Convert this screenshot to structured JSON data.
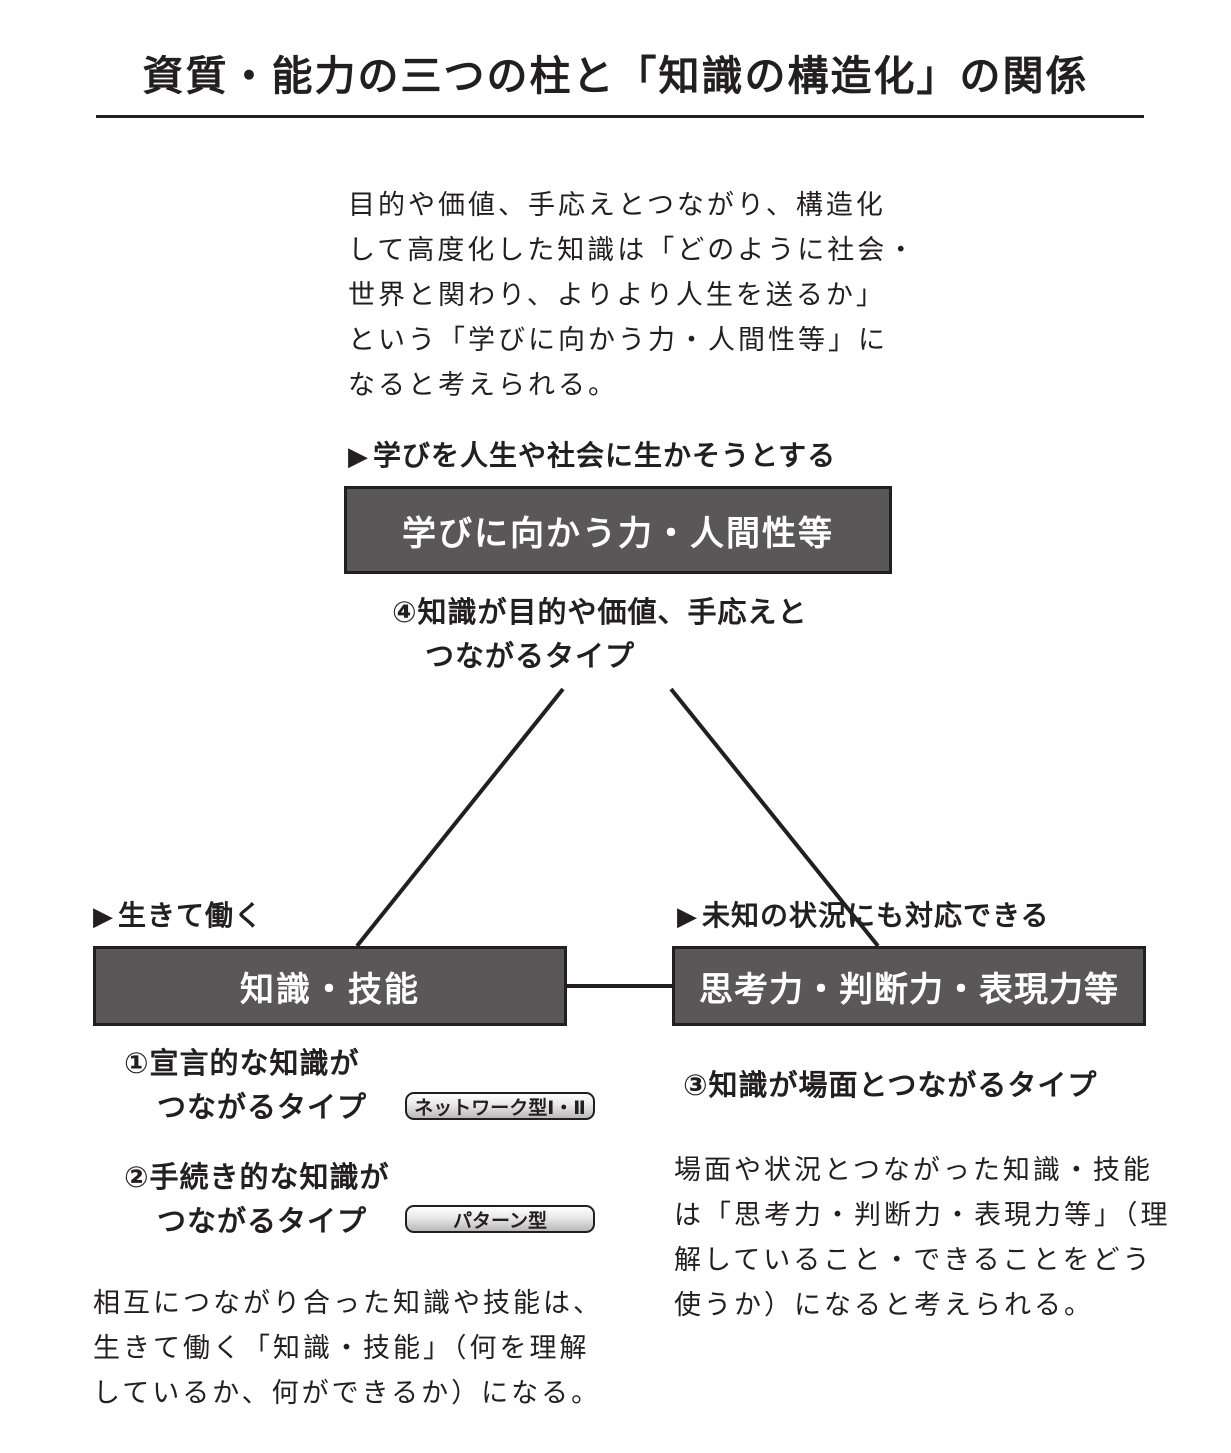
{
  "title": "資質・能力の三つの柱と「知識の構造化」の関係",
  "top_note": {
    "lines": [
      "目的や価値、手応えとつながり、構造化",
      "して高度化した知識は「どのように社会・",
      "世界と関わり、よりより人生を送るか」",
      "という「学びに向かう力・人間性等」に",
      "なると考えられる。"
    ]
  },
  "top_pillar": {
    "arrow": "▶",
    "caption": "学びを人生や社会に生かそうとする",
    "label": "学びに向かう力・人間性等",
    "type_lines": [
      "④知識が目的や価値、手応えと",
      "つながるタイプ"
    ]
  },
  "left_pillar": {
    "arrow": "▶",
    "caption": "生きて働く",
    "label": "知識・技能",
    "type1_lines": [
      "①宣言的な知識が",
      "つながるタイプ"
    ],
    "type1_badge": "ネットワーク型Ⅰ・Ⅱ",
    "type2_lines": [
      "②手続き的な知識が",
      "つながるタイプ"
    ],
    "type2_badge": "パターン型",
    "note_lines": [
      "相互につながり合った知識や技能は、",
      "生きて働く「知識・技能」（何を理解",
      "しているか、何ができるか）になる。"
    ]
  },
  "right_pillar": {
    "arrow": "▶",
    "caption": "未知の状況にも対応できる",
    "label": "思考力・判断力・表現力等",
    "type_line": "③知識が場面とつながるタイプ",
    "note_lines": [
      "場面や状況とつながった知識・技能",
      "は「思考力・判断力・表現力等」（理",
      "解していること・できることをどう",
      "使うか）になると考えられる。"
    ]
  },
  "colors": {
    "box_fill": "#595757",
    "box_text": "#ffffff",
    "ink": "#231f20"
  }
}
